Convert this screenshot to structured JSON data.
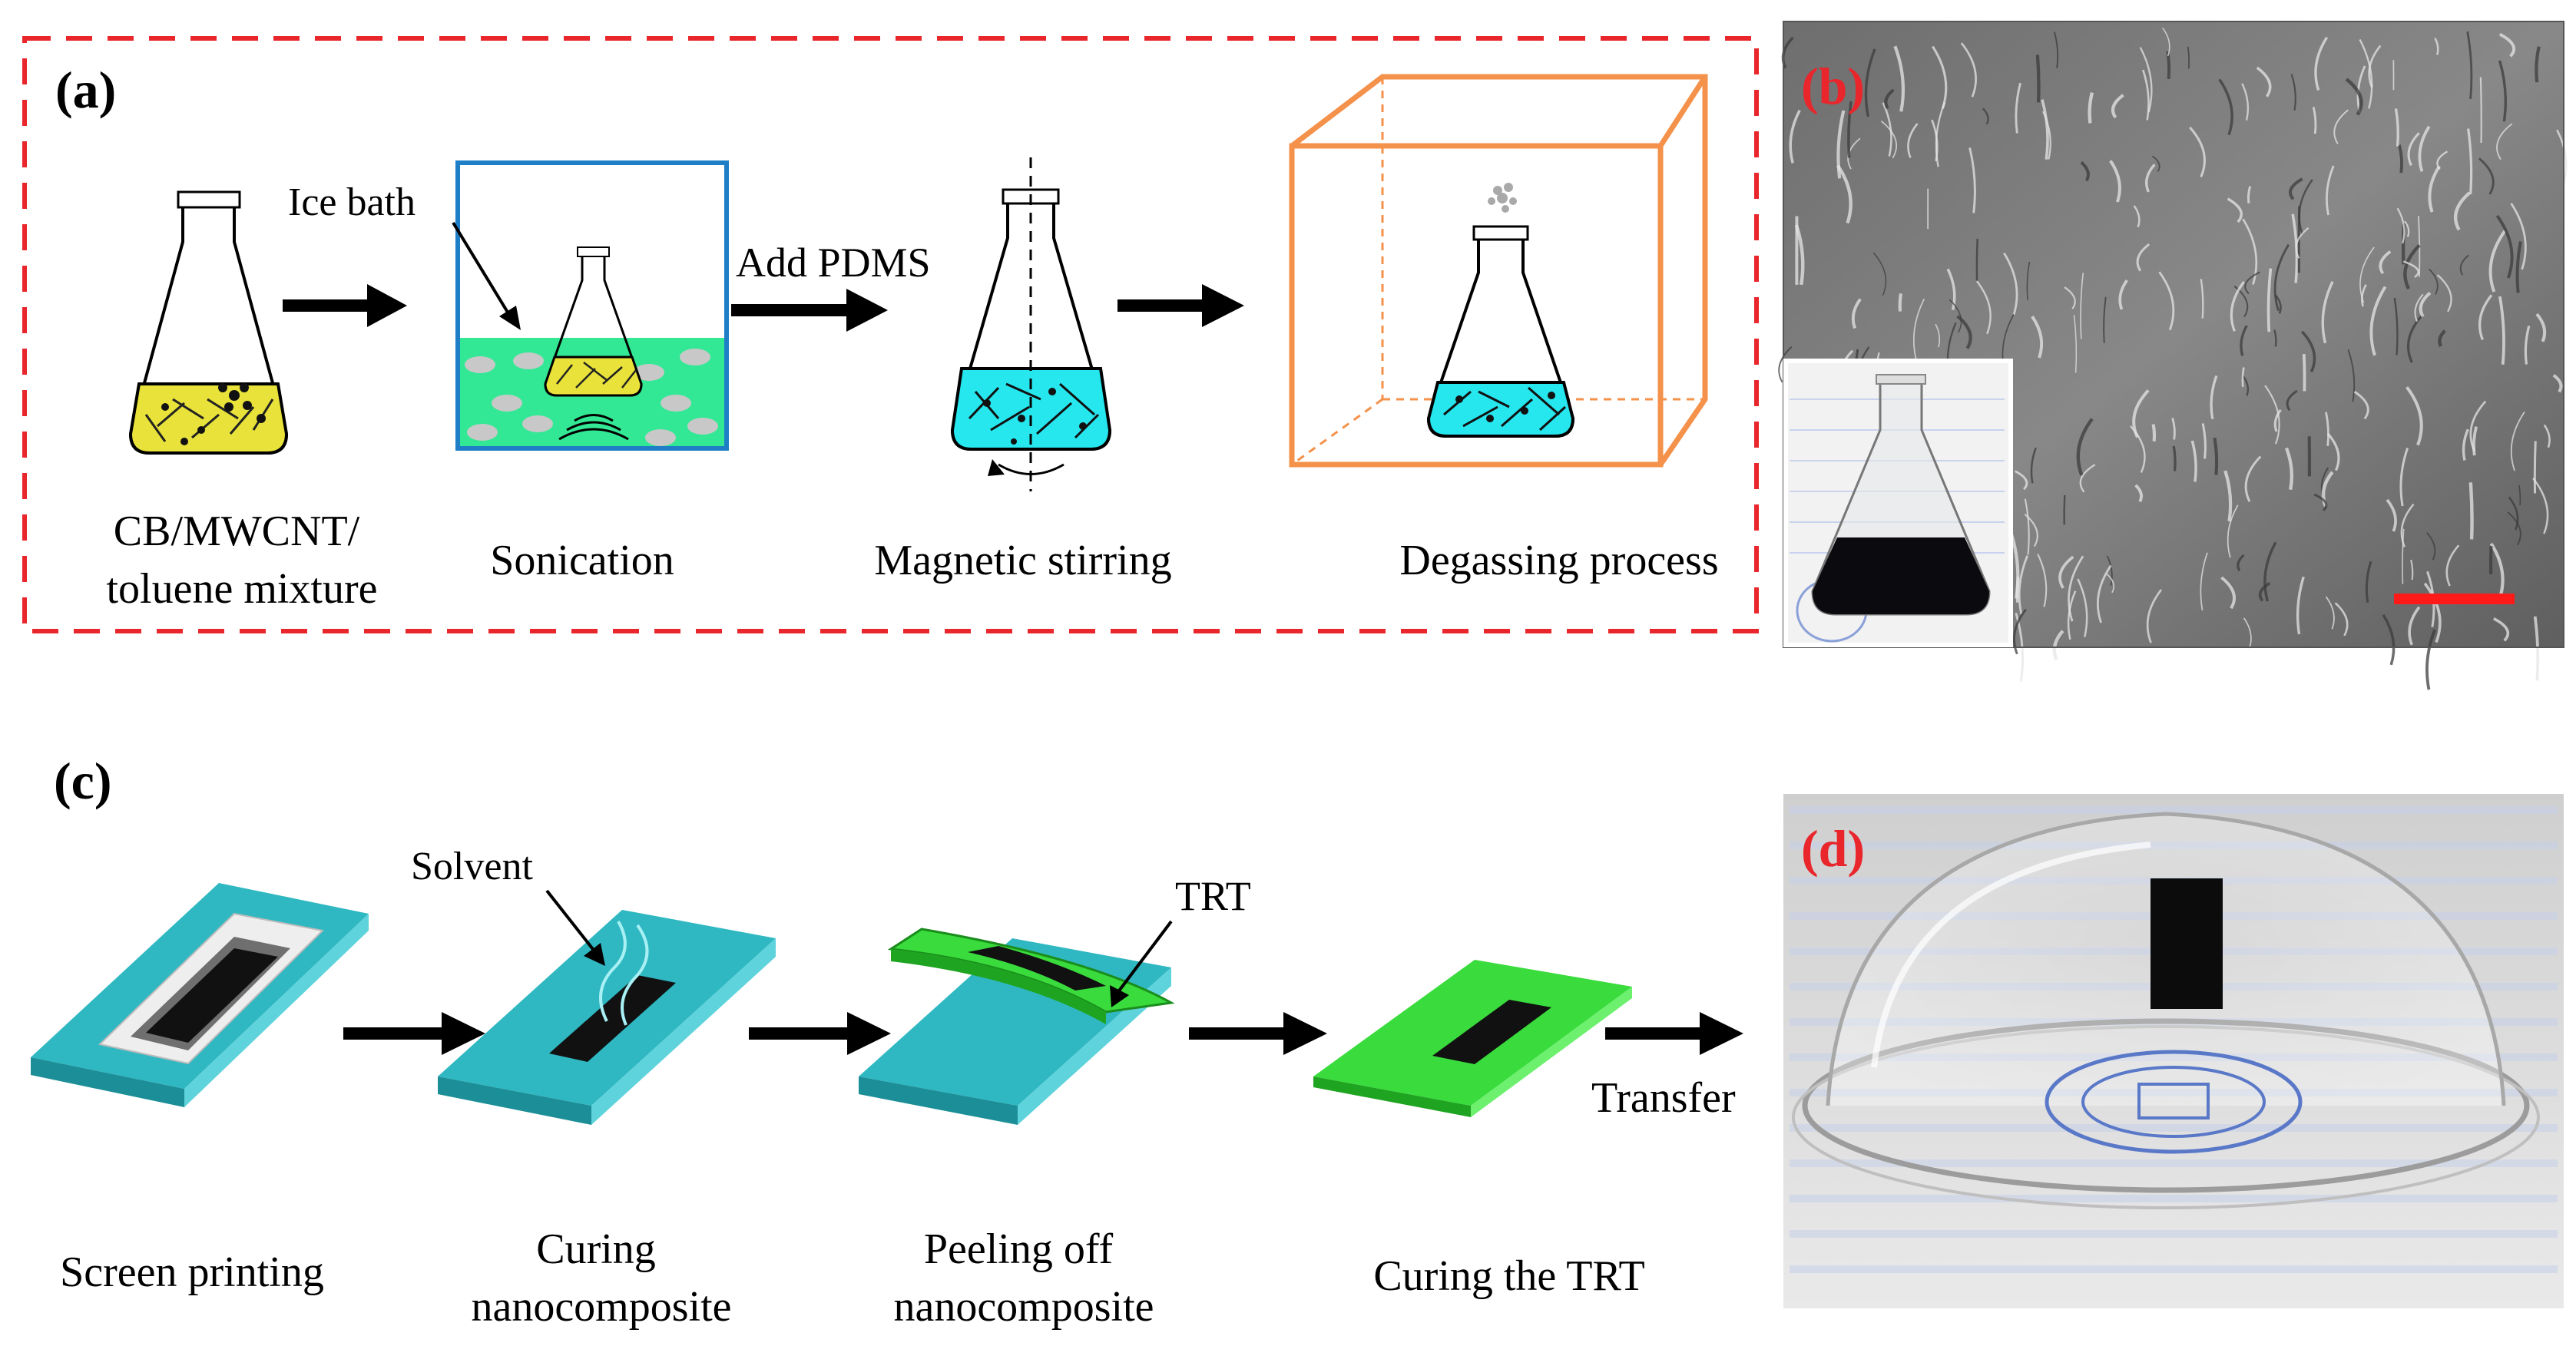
{
  "panels": {
    "a": {
      "letter": "(a)",
      "steps": [
        {
          "label_lines": [
            "CB/MWCNT/",
            "toluene mixture"
          ]
        },
        {
          "label_lines": [
            "Sonication"
          ]
        },
        {
          "label_lines": [
            "Magnetic stirring"
          ]
        },
        {
          "label_lines": [
            "Degassing process"
          ]
        }
      ],
      "annotations": {
        "ice_bath": "Ice bath",
        "add_pdms": "Add PDMS"
      }
    },
    "b": {
      "letter": "(b)"
    },
    "c": {
      "letter": "(c)",
      "steps": [
        {
          "label_lines": [
            "Screen printing"
          ]
        },
        {
          "label_lines": [
            "Curing",
            "nanocomposite"
          ]
        },
        {
          "label_lines": [
            "Peeling off",
            "nanocomposite"
          ]
        },
        {
          "label_lines": [
            "Curing the TRT"
          ]
        }
      ],
      "annotations": {
        "solvent": "Solvent",
        "trt": "TRT",
        "transfer": "Transfer"
      }
    },
    "d": {
      "letter": "(d)"
    }
  },
  "colors": {
    "dashed_border": "#e8262b",
    "panel_letter_photo": "#e8262b",
    "sonication_box": "#1f7fc6",
    "degassing_box": "#f4914a",
    "toluene_liquid": "#e8e23a",
    "pdms_liquid": "#26e6ee",
    "ice_water": "#33e894",
    "substrate": "#2fb8c2",
    "trt_film": "#39dc3c",
    "scale_bar": "#ff1a1a"
  }
}
